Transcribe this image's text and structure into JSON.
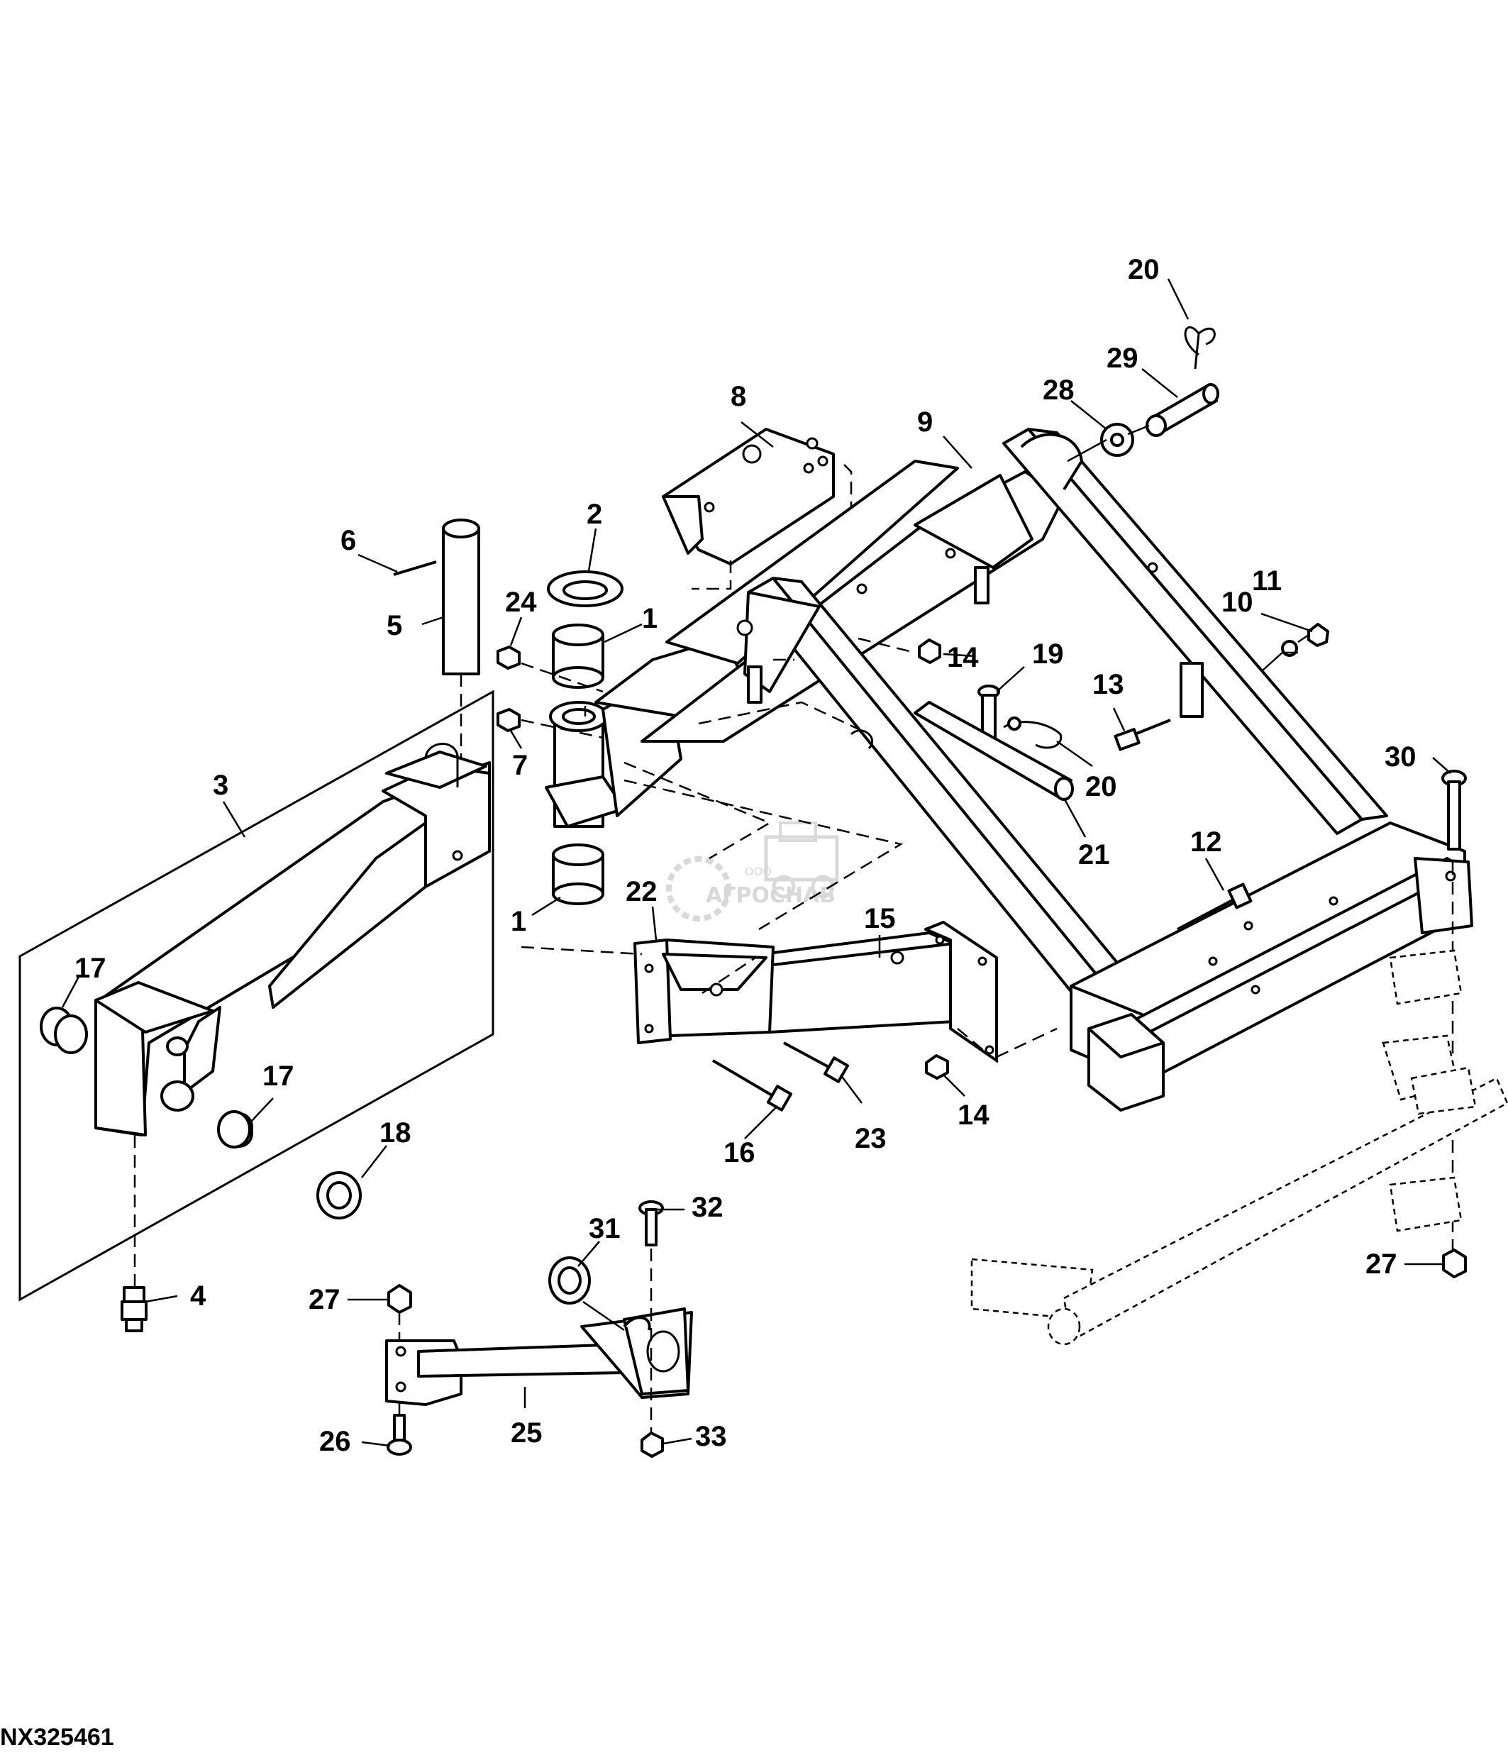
{
  "figure_code": "NX325461",
  "watermark": {
    "text": "АГРОСНАБ",
    "small": "ООО"
  },
  "callouts": [
    "20",
    "29",
    "28",
    "8",
    "9",
    "2",
    "6",
    "1",
    "24",
    "5",
    "11",
    "10",
    "14",
    "19",
    "13",
    "7",
    "3",
    "20",
    "30",
    "21",
    "12",
    "1",
    "22",
    "15",
    "17",
    "17",
    "18",
    "14",
    "16",
    "23",
    "32",
    "31",
    "4",
    "27",
    "27",
    "26",
    "25",
    "33"
  ]
}
